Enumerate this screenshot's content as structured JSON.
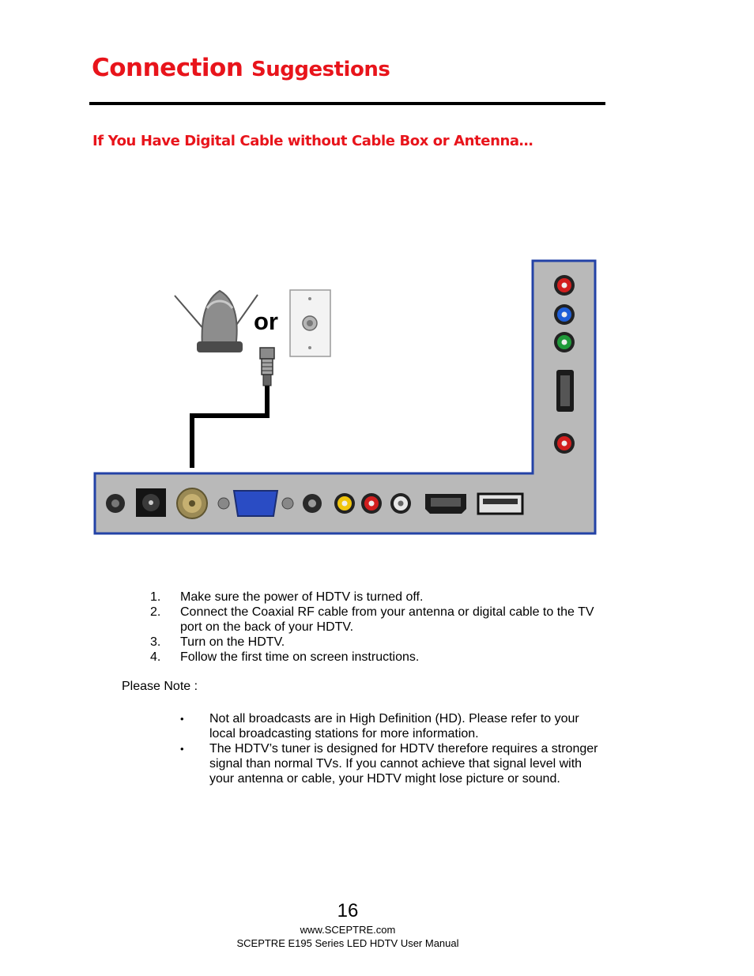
{
  "header": {
    "title_main": "Connection",
    "title_rest": "Suggestions",
    "subtitle": "If You Have Digital Cable without Cable Box or Antenna…"
  },
  "diagram": {
    "or_label": "or",
    "icons": [
      "antenna-icon",
      "wall-coax-plate-icon",
      "coax-connector-icon",
      "tv-back-panel-icon"
    ],
    "colors": {
      "panel_fill": "#b9b9b9",
      "panel_border": "#2342a6",
      "red": "#d21e1e",
      "blue": "#1f5fd8",
      "green": "#1f9a3a",
      "yellow": "#f1c50c",
      "white": "#e8e8e8"
    }
  },
  "steps": [
    {
      "num": "1.",
      "text": "Make sure the power of HDTV is turned off."
    },
    {
      "num": "2.",
      "text": "Connect the Coaxial RF cable from your antenna or digital cable to the TV port on the back of your HDTV."
    },
    {
      "num": "3.",
      "text": "Turn on the HDTV."
    },
    {
      "num": "4.",
      "text": "Follow the first time on screen instructions."
    }
  ],
  "note_label": "Please Note :",
  "notes": [
    {
      "bullet": "•",
      "text": "Not all broadcasts are in High Definition (HD).  Please refer to your local broadcasting stations for more information."
    },
    {
      "bullet": "•",
      "text": "The HDTV’s tuner is designed for HDTV therefore requires a stronger signal than normal TVs.  If you cannot achieve that signal level with your antenna or cable, your HDTV might lose picture or sound."
    }
  ],
  "footer": {
    "page_number": "16",
    "website": "www.SCEPTRE.com",
    "manual": "SCEPTRE E195 Series LED HDTV User Manual"
  }
}
